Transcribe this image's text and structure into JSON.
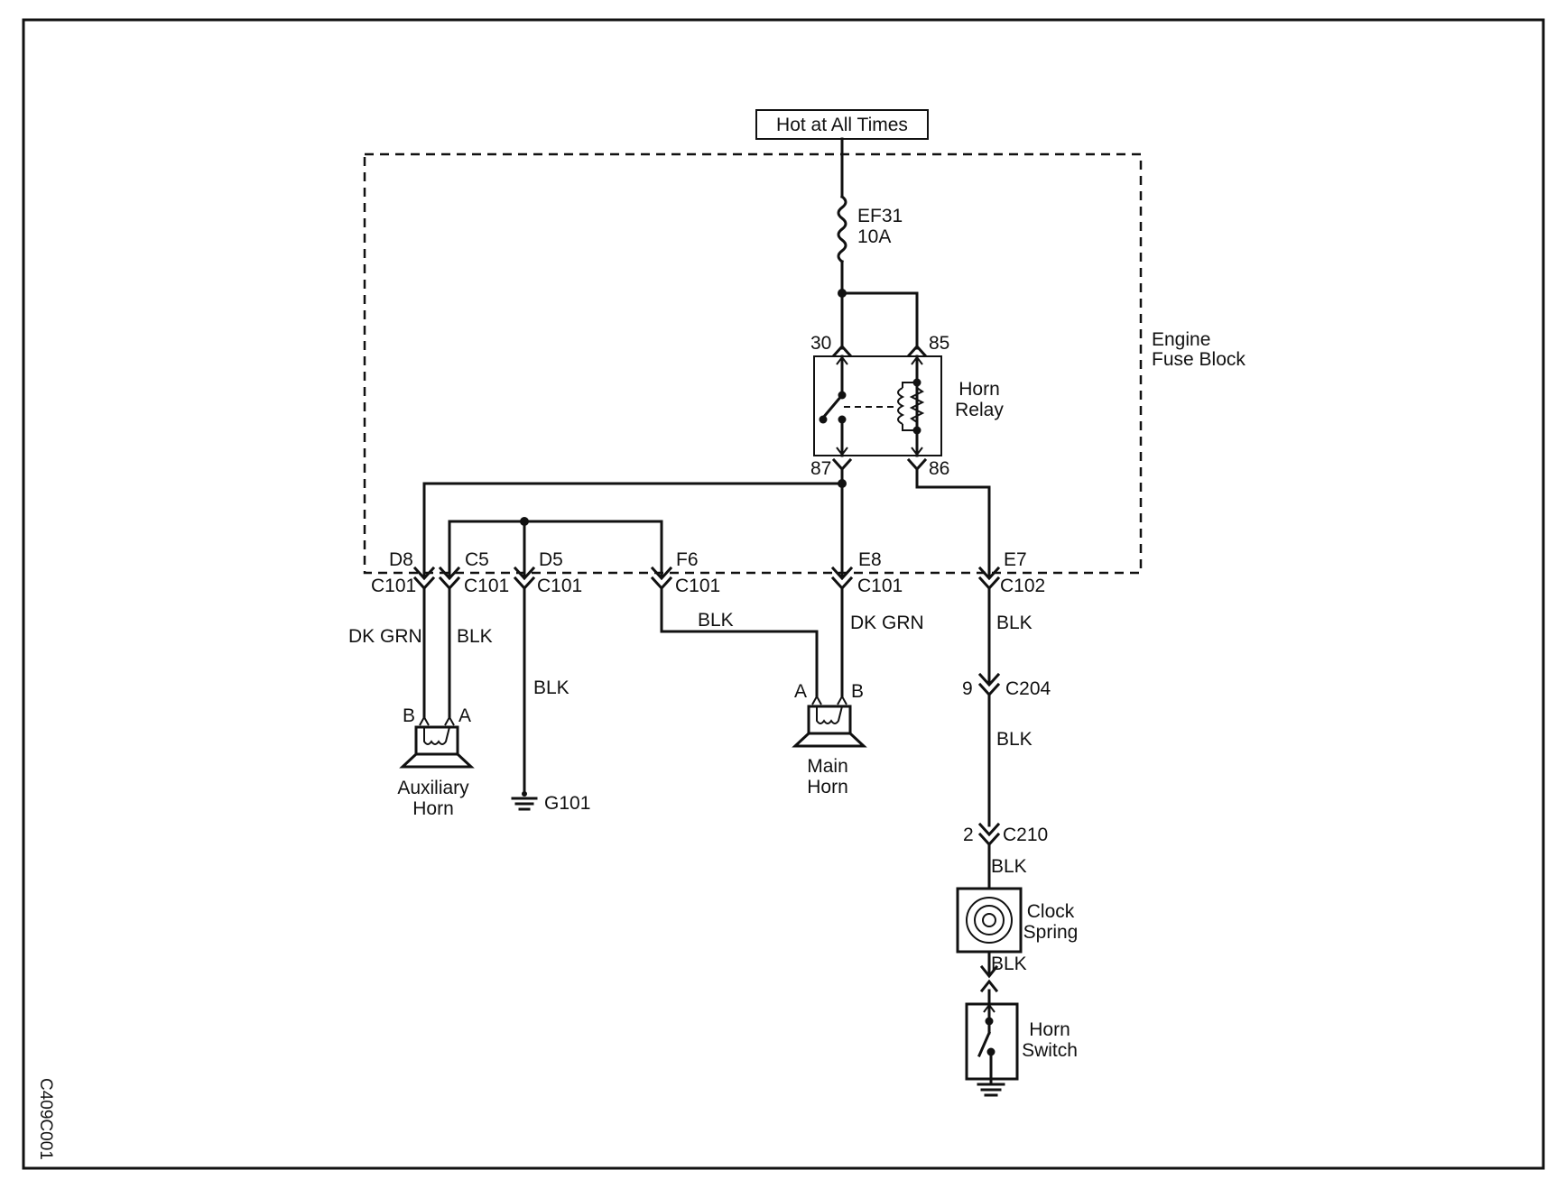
{
  "source": {
    "label": "Hot at All Times"
  },
  "fuse": {
    "name": "EF31",
    "rating": "10A"
  },
  "fuse_block": {
    "line1": "Engine",
    "line2": "Fuse Block"
  },
  "relay": {
    "line1": "Horn",
    "line2": "Relay",
    "pins": {
      "p30": "30",
      "p85": "85",
      "p87": "87",
      "p86": "86"
    }
  },
  "connectors": {
    "d8": {
      "pin": "D8",
      "conn": "C101"
    },
    "c5": {
      "pin": "C5",
      "conn": "C101"
    },
    "d5": {
      "pin": "D5",
      "conn": "C101"
    },
    "f6": {
      "pin": "F6",
      "conn": "C101"
    },
    "e8": {
      "pin": "E8",
      "conn": "C101"
    },
    "e7": {
      "pin": "E7",
      "conn": "C102"
    },
    "c204": {
      "pin": "9",
      "conn": "C204"
    },
    "c210": {
      "pin": "2",
      "conn": "C210"
    }
  },
  "wires": {
    "d8_color": "DK GRN",
    "c5_color": "BLK",
    "d5_color": "BLK",
    "f6_color": "BLK",
    "e8_color": "DK GRN",
    "e7_color": "BLK",
    "c204_color": "BLK",
    "c210_color": "BLK",
    "clock_out_color": "BLK"
  },
  "aux_horn": {
    "line1": "Auxiliary",
    "line2": "Horn",
    "pin_b": "B",
    "pin_a": "A"
  },
  "main_horn": {
    "line1": "Main",
    "line2": "Horn",
    "pin_a": "A",
    "pin_b": "B"
  },
  "ground": {
    "label": "G101"
  },
  "clock_spring": {
    "line1": "Clock",
    "line2": "Spring"
  },
  "horn_switch": {
    "line1": "Horn",
    "line2": "Switch"
  },
  "figure_id": "C409C001"
}
